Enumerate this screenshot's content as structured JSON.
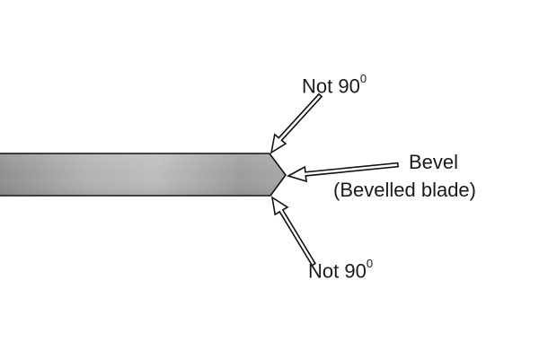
{
  "diagram": {
    "labels": {
      "top_angle_text": "Not 90",
      "top_angle_sup": "0",
      "bottom_angle_text": "Not 90",
      "bottom_angle_sup": "0",
      "bevel": "Bevel",
      "bevel_sub": "(Bevelled blade)"
    },
    "icons": {
      "blade": "bevelled-blade-shape",
      "arrows": "arrow-icon"
    },
    "colors": {
      "blade_dark": "#8f8f8f",
      "blade_light": "#bdbdbd",
      "outline": "#111111",
      "arrow_fill": "#ffffff",
      "text": "#1a1a1a",
      "background": "#ffffff"
    }
  }
}
